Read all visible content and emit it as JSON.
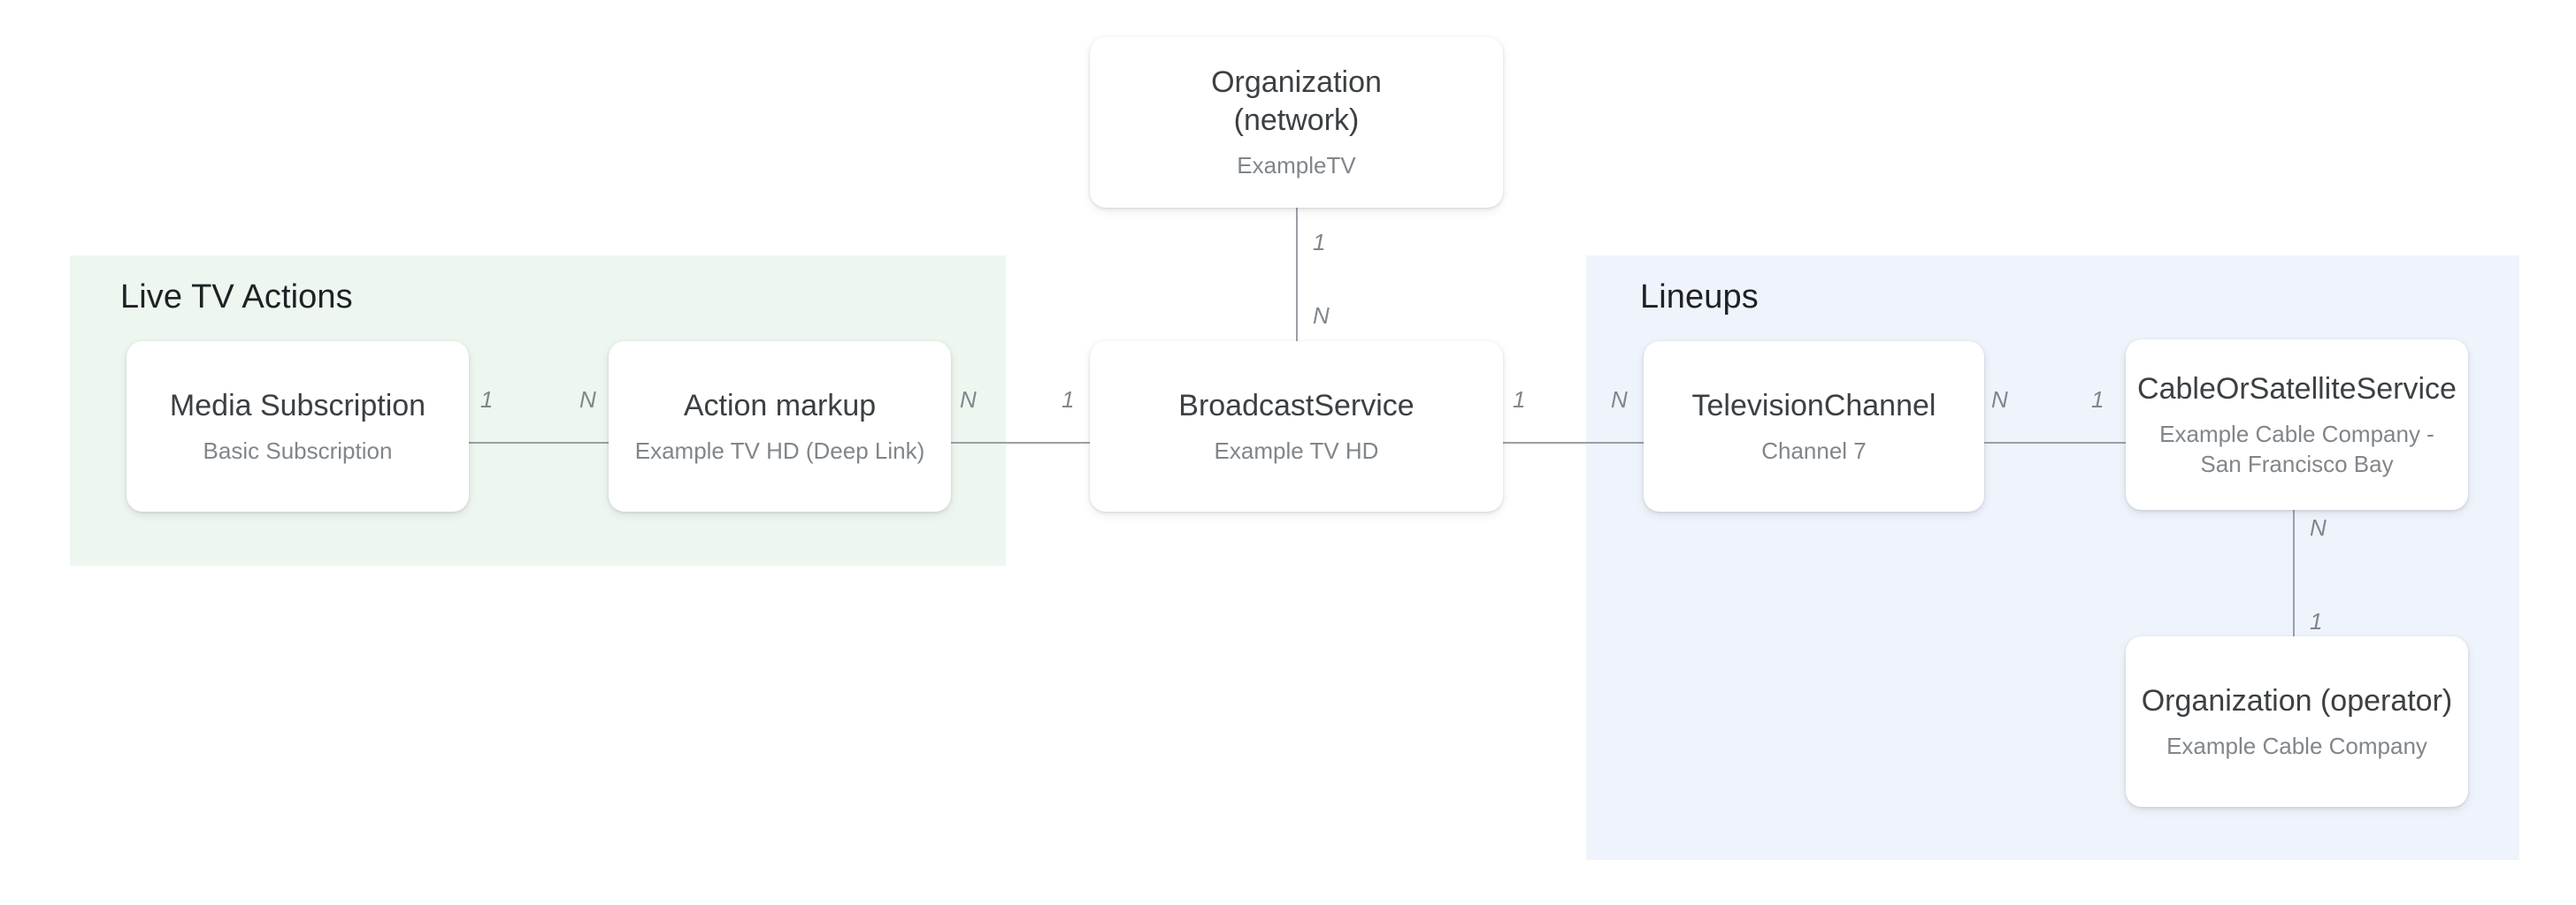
{
  "diagram": {
    "type": "entity-relationship",
    "background": "#ffffff",
    "line_color": "#9aa0a6",
    "title_color": "#202124",
    "card_title_color": "#3c4043",
    "card_subtitle_color": "#80868b"
  },
  "groups": [
    {
      "id": "live-tv-actions",
      "label": "Live TV Actions",
      "color": "#eef6f0"
    },
    {
      "id": "lineups",
      "label": "Lineups",
      "color": "#eff3fb"
    }
  ],
  "nodes": [
    {
      "id": "organization-network",
      "title": "Organization\n(network)",
      "title_line1": "Organization",
      "title_line2": "(network)",
      "subtitle": "ExampleTV",
      "group": null
    },
    {
      "id": "media-subscription",
      "title": "Media Subscription",
      "subtitle": "Basic Subscription",
      "group": "live-tv-actions"
    },
    {
      "id": "action-markup",
      "title": "Action markup",
      "subtitle": "Example TV HD (Deep Link)",
      "group": "live-tv-actions"
    },
    {
      "id": "broadcast-service",
      "title": "BroadcastService",
      "subtitle": "Example TV HD",
      "group": null
    },
    {
      "id": "television-channel",
      "title": "TelevisionChannel",
      "subtitle": "Channel 7",
      "group": "lineups"
    },
    {
      "id": "cable-or-satellite-service",
      "title": "CableOrSatelliteService",
      "subtitle": "Example Cable Company - San Francisco Bay",
      "group": "lineups"
    },
    {
      "id": "organization-operator",
      "title": "Organization (operator)",
      "subtitle": "Example Cable Company",
      "group": "lineups"
    }
  ],
  "edges": [
    {
      "id": "media-subscription--action-markup",
      "from": "media-subscription",
      "to": "action-markup",
      "from_cardinality": "1",
      "to_cardinality": "N",
      "orientation": "horizontal"
    },
    {
      "id": "action-markup--broadcast-service",
      "from": "action-markup",
      "to": "broadcast-service",
      "from_cardinality": "N",
      "to_cardinality": "1",
      "orientation": "horizontal"
    },
    {
      "id": "organization-network--broadcast-service",
      "from": "organization-network",
      "to": "broadcast-service",
      "from_cardinality": "1",
      "to_cardinality": "N",
      "orientation": "vertical"
    },
    {
      "id": "broadcast-service--television-channel",
      "from": "broadcast-service",
      "to": "television-channel",
      "from_cardinality": "1",
      "to_cardinality": "N",
      "orientation": "horizontal"
    },
    {
      "id": "television-channel--cable-or-satellite-service",
      "from": "television-channel",
      "to": "cable-or-satellite-service",
      "from_cardinality": "N",
      "to_cardinality": "1",
      "orientation": "horizontal"
    },
    {
      "id": "cable-or-satellite-service--organization-operator",
      "from": "cable-or-satellite-service",
      "to": "organization-operator",
      "from_cardinality": "N",
      "to_cardinality": "1",
      "orientation": "vertical"
    }
  ]
}
